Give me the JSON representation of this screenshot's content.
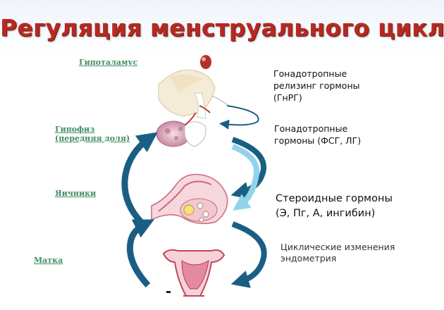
{
  "title": "Регуляция менструального цикла",
  "organs": {
    "hypothalamus": "Гипоталамус",
    "pituitary_line1": "Гипофиз",
    "pituitary_line2": "(передняя доля)",
    "ovaries": "Яичники",
    "uterus": "Матка"
  },
  "hormones": {
    "gnrh": [
      "Гонадотропные",
      "релизинг гормоны",
      "(ГнРГ)"
    ],
    "gonadotropins": [
      "Гонадотропные",
      "гормоны (ФСГ, ЛГ)"
    ],
    "steroids": [
      "Стероидные гормоны",
      "(Э, Пг, А, ингибин)"
    ],
    "endometrium": [
      "Циклические изменения",
      "эндометрия"
    ]
  },
  "colors": {
    "title": "#b52a22",
    "organ_label": "#3f8f63",
    "arrow_dark": "#1b5e84",
    "arrow_light": "#8fd4ec"
  }
}
